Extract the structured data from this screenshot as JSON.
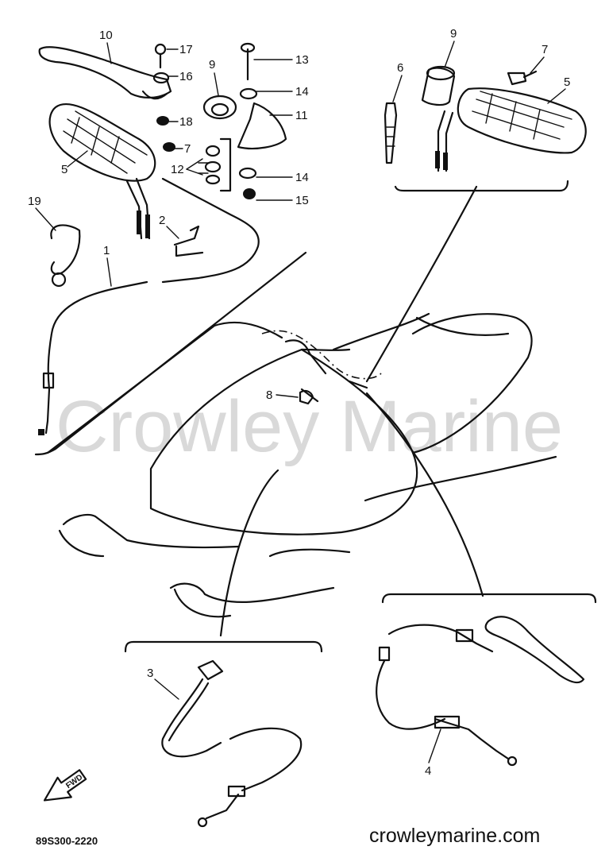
{
  "watermark": "Crowley Marine",
  "website": "crowleymarine.com",
  "diagram_code": "89S300-2220",
  "forward_label": "FWD",
  "callouts": {
    "c10": "10",
    "c17": "17",
    "c16": "16",
    "c18": "18",
    "c9a": "9",
    "c13": "13",
    "c14a": "14",
    "c11": "11",
    "c5a": "5",
    "c7a": "7",
    "c12": "12",
    "c14b": "14",
    "c15": "15",
    "c19": "19",
    "c2": "2",
    "c1": "1",
    "c9b": "9",
    "c7b": "7",
    "c6": "6",
    "c5b": "5",
    "c8": "8",
    "c3": "3",
    "c4": "4"
  },
  "icons": [
    "forward-arrow-icon"
  ]
}
